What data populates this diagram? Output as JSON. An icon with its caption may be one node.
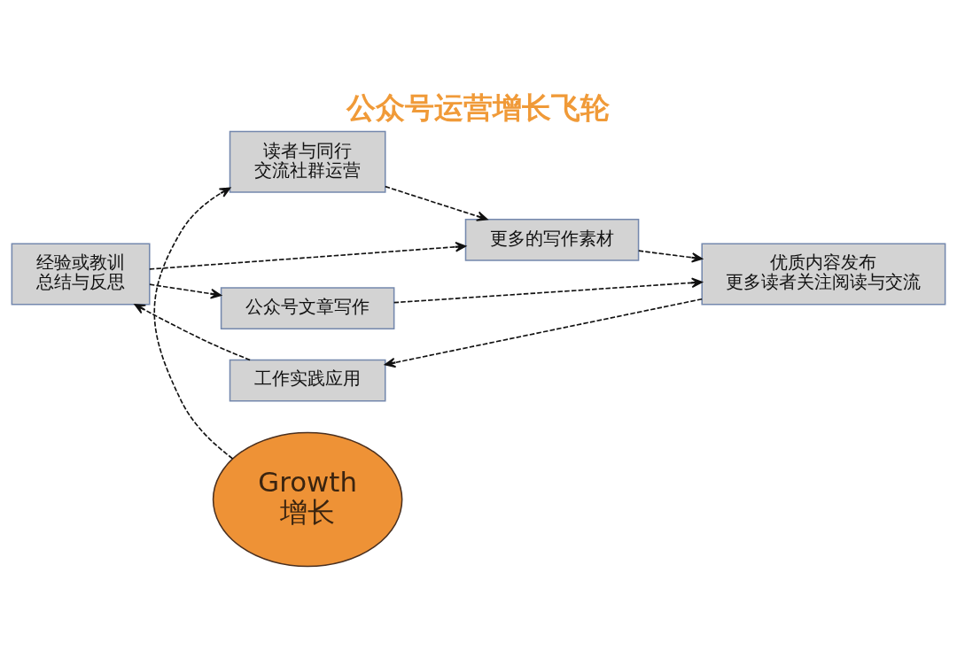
{
  "diagram": {
    "title": "公众号运营增长飞轮",
    "nodes": [
      {
        "text": [
          "读者与同行交流社群运营"
        ]
      },
      {
        "text": [
          "更多的写作素材"
        ]
      },
      {
        "text": [
          "公众号文章写作"
        ]
      },
      {
        "text": [
          "Growth",
          "增长"
        ]
      },
      {
        "text": [
          "经验或教训总结与反思"
        ]
      },
      {
        "text": [
          "优质内容发布",
          "更多读者关注阅读与交流"
        ]
      },
      {
        "text": [
          "工作实践应用"
        ]
      }
    ],
    "edges": [
      {
        "from": 4,
        "to": 1,
        "arrow": "to",
        "style": "dashed"
      },
      {
        "from": 0,
        "to": 1,
        "arrow": "to",
        "style": "dashed"
      },
      {
        "from": 3,
        "to": 0,
        "arrow": "to",
        "style": "dashed"
      },
      {
        "from": 4,
        "to": 2,
        "arrow": "to",
        "style": "dashed"
      },
      {
        "from": 1,
        "to": 5,
        "arrow": "to",
        "style": "dashed"
      },
      {
        "from": 2,
        "to": 5,
        "arrow": "to",
        "style": "dashed"
      },
      {
        "from": 5,
        "to": 6,
        "arrow": "to",
        "style": "dashed"
      },
      {
        "from": 6,
        "to": 4,
        "arrow": "to",
        "style": "dashed"
      }
    ]
  }
}
